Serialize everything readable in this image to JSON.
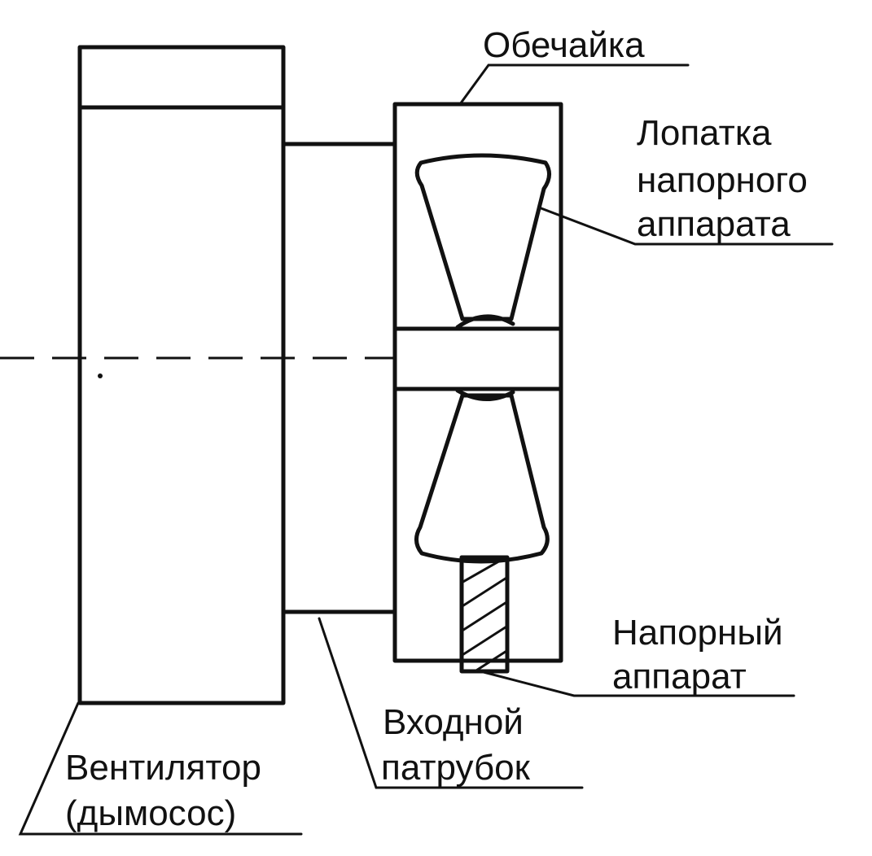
{
  "labels": {
    "shell": "Обечайка",
    "blade_line1": "Лопатка",
    "blade_line2": "напорного",
    "blade_line3": "аппарата",
    "pressure_apparatus_line1": "Напорный",
    "pressure_apparatus_line2": "аппарат",
    "inlet_line1": "Входной",
    "inlet_line2": "патрубок",
    "fan_line1": "Вентилятор",
    "fan_line2": "(дымосос)"
  },
  "colors": {
    "line": "#111111",
    "background": "#ffffff"
  }
}
